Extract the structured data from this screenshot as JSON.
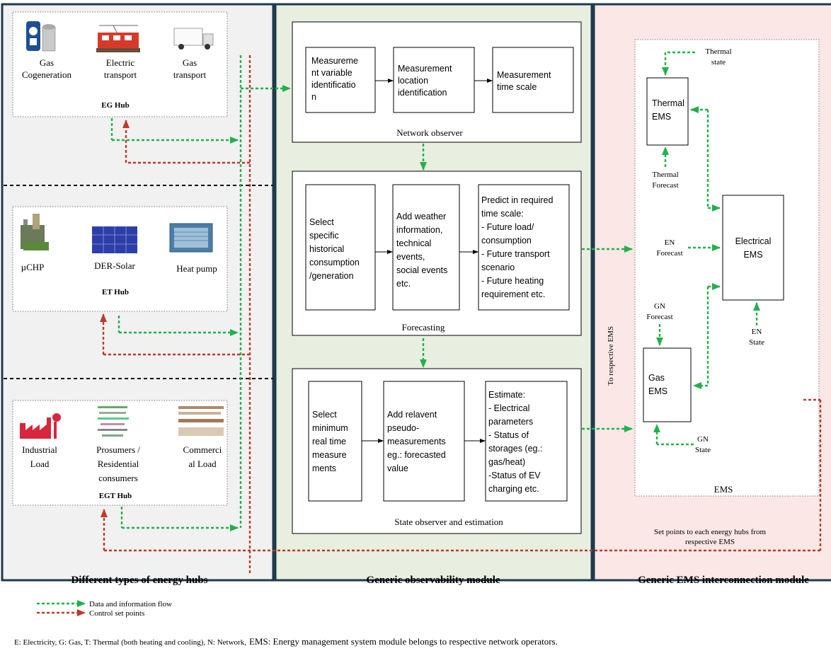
{
  "colors": {
    "data_flow": "#22b04b",
    "control": "#c0392b",
    "hub_panel_bg": "#f1f1f1",
    "obs_panel_bg": "#e8efe0",
    "ems_panel_bg": "#fbe8e6",
    "panel_border": "#1f3a4d"
  },
  "hubs": {
    "eg": {
      "items": [
        "Gas Cogeneration",
        "Electric transport",
        "Gas transport"
      ],
      "icons": [
        "gas-cogeneration-icon",
        "electric-train-icon",
        "truck-icon"
      ],
      "title": "EG Hub"
    },
    "et": {
      "items": [
        "µCHP",
        "DER-Solar",
        "Heat pump"
      ],
      "icons": [
        "chp-plant-icon",
        "solar-panel-icon",
        "heat-pump-icon"
      ],
      "title": "ET Hub"
    },
    "egt": {
      "items": [
        "Industrial Load",
        "Prosumers / Residential consumers",
        "Commercial Load"
      ],
      "icons": [
        "factory-icon",
        "residential-icon",
        "commercial-icon"
      ],
      "title": "EGT Hub"
    },
    "panel_label": "Different types of energy hubs"
  },
  "observer": {
    "network_observer": {
      "boxes": [
        "Measurement variable identification",
        "Measurement location identification",
        "Measurement time scale"
      ],
      "label": "Network observer"
    },
    "forecasting": {
      "box1": [
        "Select",
        "specific",
        "historical",
        "consumption",
        "/generation"
      ],
      "box2": [
        "Add weather",
        "information,",
        "technical",
        "events,",
        "social events",
        "etc."
      ],
      "box3": [
        "Predict in required",
        "time scale:",
        "-  Future load/",
        "consumption",
        "- Future transport",
        "scenario",
        "-  Future heating",
        "requirement etc."
      ],
      "label": "Forecasting"
    },
    "state": {
      "box1": [
        "Select",
        "minimum",
        "real time",
        "measure",
        "ments"
      ],
      "box2": [
        "Add relavent",
        "pseudo-",
        "measurements",
        "eg.: forecasted",
        "value"
      ],
      "box3": [
        "Estimate:",
        "- Electrical",
        "parameters",
        "- Status of",
        "storages (eg.:",
        "gas/heat)",
        "-Status of EV",
        "charging etc."
      ],
      "label": "State observer and estimation"
    },
    "panel_label": "Generic observability module"
  },
  "ems": {
    "thermal_ems": [
      "Thermal",
      "EMS"
    ],
    "electrical_ems": [
      "Electrical",
      "EMS"
    ],
    "gas_ems": [
      "Gas",
      "EMS"
    ],
    "thermal_state": [
      "Thermal",
      "state"
    ],
    "thermal_forecast": [
      "Thermal",
      "Forecast"
    ],
    "en_forecast": [
      "EN",
      "Forecast"
    ],
    "gn_forecast": [
      "GN",
      "Forecast"
    ],
    "en_state": [
      "EN",
      "State"
    ],
    "gn_state": [
      "GN",
      "State"
    ],
    "ems_label": "EMS",
    "to_respective": "To respective EMS",
    "set_points": [
      "Set points to each energy hubs from",
      "respective EMS"
    ],
    "panel_label": "Generic EMS interconnection module"
  },
  "legend": {
    "data_flow": "Data and information flow",
    "control": "Control set points",
    "footnote_a": "E: Electricity, G: Gas, T: Thermal (both heating and cooling), N: Network,",
    "footnote_b": "EMS: Energy management system module belongs to respective network operators."
  }
}
